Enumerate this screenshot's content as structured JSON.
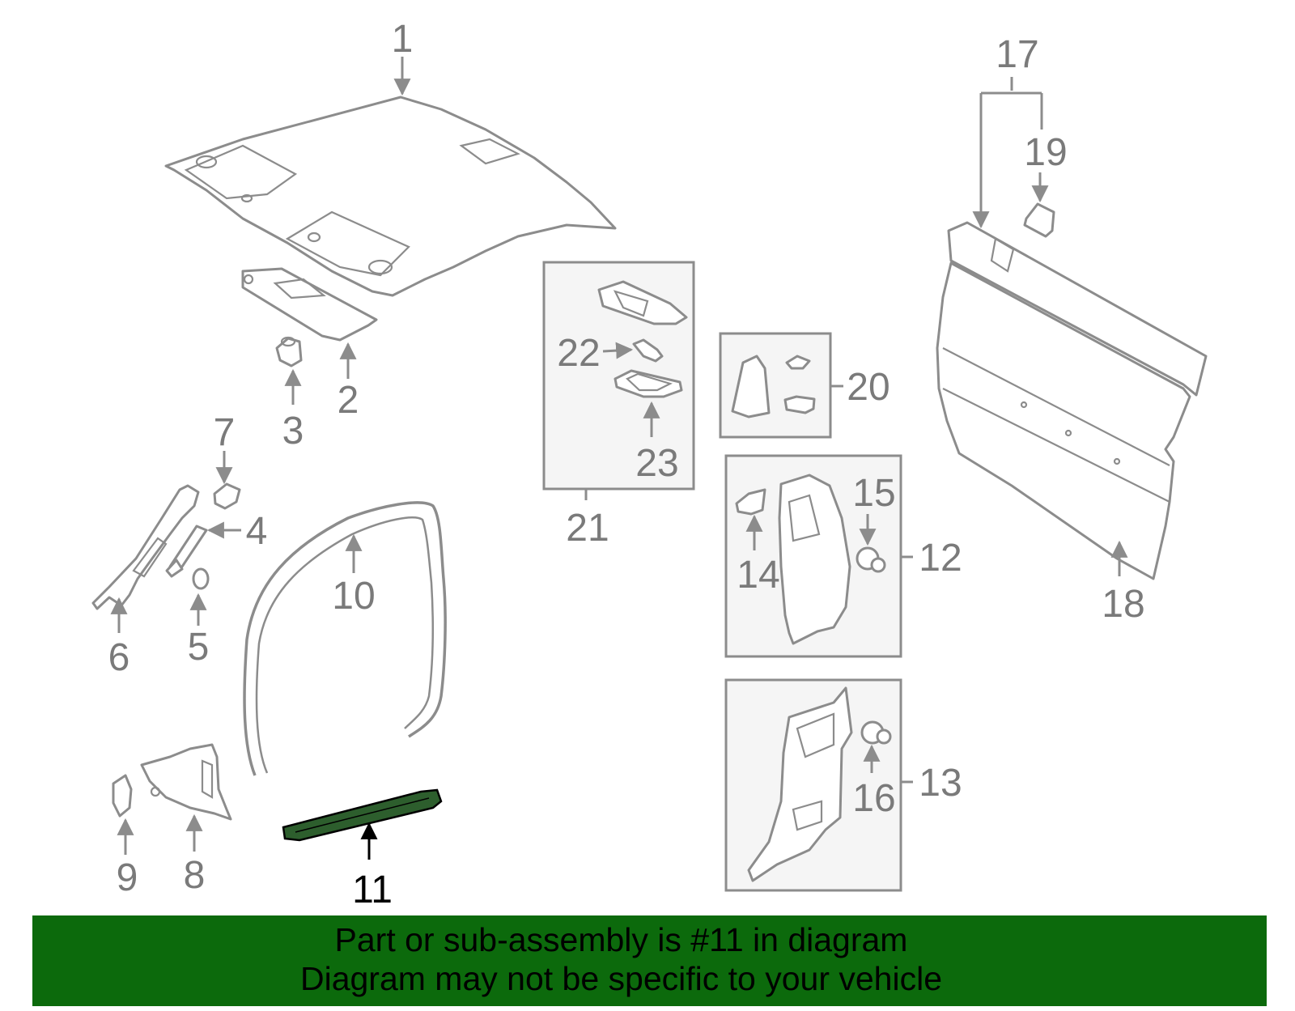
{
  "callouts": {
    "c1": "1",
    "c2": "2",
    "c3": "3",
    "c4": "4",
    "c5": "5",
    "c6": "6",
    "c7": "7",
    "c8": "8",
    "c9": "9",
    "c10": "10",
    "c11": "11",
    "c12": "12",
    "c13": "13",
    "c14": "14",
    "c15": "15",
    "c16": "16",
    "c17": "17",
    "c18": "18",
    "c19": "19",
    "c20": "20",
    "c21": "21",
    "c22": "22",
    "c23": "23"
  },
  "highlighted_part": "11",
  "banner": {
    "line1": "Part or sub-assembly is #11 in diagram",
    "line2": "Diagram may not be specific to your vehicle"
  },
  "colors": {
    "banner_bg": "#0c6a0c",
    "line_gray": "#8c8c8c",
    "highlight": "#000000"
  }
}
